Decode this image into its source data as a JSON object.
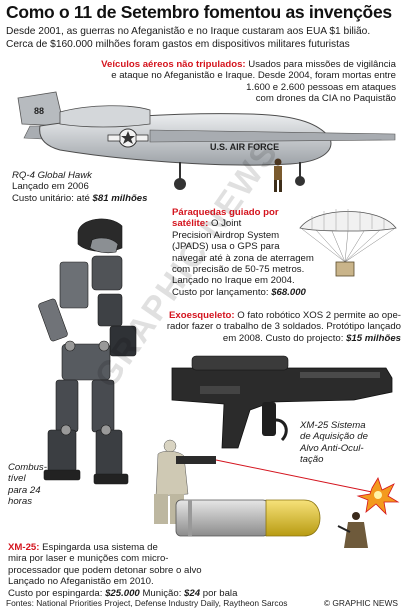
{
  "title": "Como o 11 de Setembro fomentou as invenções",
  "subtitle": [
    "Desde 2001, as guerras no Afeganistão e no Iraque custaram aos EUA $1 bilião.",
    "Cerca de $160.000 milhões foram gastos em dispositivos militares futuristas"
  ],
  "drone": {
    "heading": "Veículos aéreos não tripulados:",
    "lines": [
      "Usados para missões de vigilância",
      "e ataque no Afeganistão e Iraque. Desde 2004, foram mortas entre",
      "1.600 e 2.600 pessoas em ataques",
      "com drones da CIA no Paquistão"
    ],
    "tail_marking": "88",
    "fuselage_marking": "U.S. AIR FORCE"
  },
  "rq4": {
    "name": "RQ-4 Global Hawk",
    "launched": "Lançado em 2006",
    "cost_label": "Custo unitário: até",
    "cost_value": "$81 milhões"
  },
  "parachute": {
    "heading_line1": "Páraquedas guiado por",
    "heading_line2": "satélite:",
    "lines": [
      "O Joint",
      "Precision Airdrop System",
      "(JPADS) usa o GPS para",
      "navegar até à zona de aterragem",
      "com precisão de 50-75 metros.",
      "Lançado no Iraque em 2004."
    ],
    "cost_label": "Custo por lançamento:",
    "cost_value": "$68.000"
  },
  "exoskeleton": {
    "heading": "Exoesqueleto:",
    "line1": "O fato robótico XOS 2 permite ao ope-",
    "line2": "rador fazer o trabalho de 3 soldados. Protótipo lançado",
    "line3_prefix": "em 2008. Custo do projecto:",
    "cost_value": "$15 milhões"
  },
  "fuel": {
    "lines": [
      "Combus-",
      "tível",
      "para 24",
      "horas"
    ]
  },
  "xm25_label": {
    "lines": [
      "XM-25 Sistema",
      "de Aquisição de",
      "Alvo Anti-Ocul-",
      "tação"
    ]
  },
  "xm25": {
    "heading": "XM-25:",
    "line1": "Espingarda usa sistema de",
    "line2": "mira por laser e munições com micro-",
    "line3": "processador que podem detonar sobre o alvo",
    "line4": "Lançado no Afeganistão em 2010.",
    "cost_label": "Custo por espingarda:",
    "cost_value": "$25.000",
    "ammo_label": "Munição:",
    "ammo_value": "$24",
    "ammo_suffix": "por bala"
  },
  "watermark": "GRAPHIC NEWS",
  "footer": {
    "sources": "Fontes: National Priorities Project, Defense Industry Daily, Raytheon Sarcos",
    "copyright": "© GRAPHIC NEWS"
  },
  "colors": {
    "accent_red": "#d4141e",
    "drone_body": "#c8cbcf",
    "rifle_body": "#2b2b2b",
    "bullet_gold": "#e8c930",
    "exoskeleton": "#3a3a3a"
  }
}
